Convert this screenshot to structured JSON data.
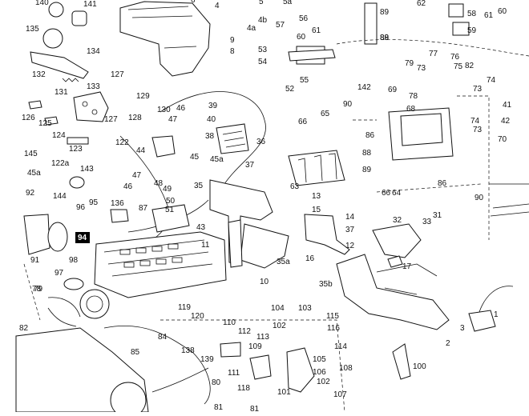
{
  "diagram": {
    "highlighted_callout": "94",
    "callouts": [
      "140",
      "141",
      "6",
      "5",
      "5a",
      "4",
      "4a",
      "4b",
      "57",
      "56",
      "60",
      "61",
      "89",
      "89",
      "88",
      "62",
      "58",
      "59",
      "61",
      "60",
      "135",
      "134",
      "9",
      "8",
      "53",
      "54",
      "55",
      "52",
      "132",
      "131",
      "133",
      "127",
      "129",
      "130",
      "126",
      "125",
      "127",
      "128",
      "124",
      "123",
      "122",
      "46",
      "47",
      "44",
      "39",
      "40",
      "38",
      "36",
      "37",
      "66",
      "65",
      "86",
      "88",
      "89",
      "90",
      "142",
      "69",
      "68",
      "79",
      "73",
      "78",
      "77",
      "76",
      "75",
      "82",
      "74",
      "73",
      "74",
      "73",
      "41",
      "42",
      "70",
      "145",
      "45a",
      "122a",
      "143",
      "92",
      "144",
      "95",
      "96",
      "91",
      "94",
      "136",
      "87",
      "45",
      "45a",
      "48",
      "49",
      "50",
      "51",
      "46",
      "47",
      "35",
      "43",
      "11",
      "63",
      "13",
      "15",
      "14",
      "37",
      "64",
      "66",
      "31",
      "33",
      "32",
      "16",
      "12",
      "17",
      "35a",
      "10",
      "98",
      "97",
      "79",
      "78",
      "82",
      "119",
      "120",
      "84",
      "85",
      "86",
      "90",
      "35b",
      "104",
      "103",
      "102",
      "115",
      "116",
      "114",
      "112",
      "113",
      "110",
      "109",
      "138",
      "139",
      "111",
      "80",
      "118",
      "81",
      "2",
      "3",
      "1",
      "100",
      "106",
      "105",
      "108",
      "102",
      "107",
      "101",
      "81"
    ]
  }
}
